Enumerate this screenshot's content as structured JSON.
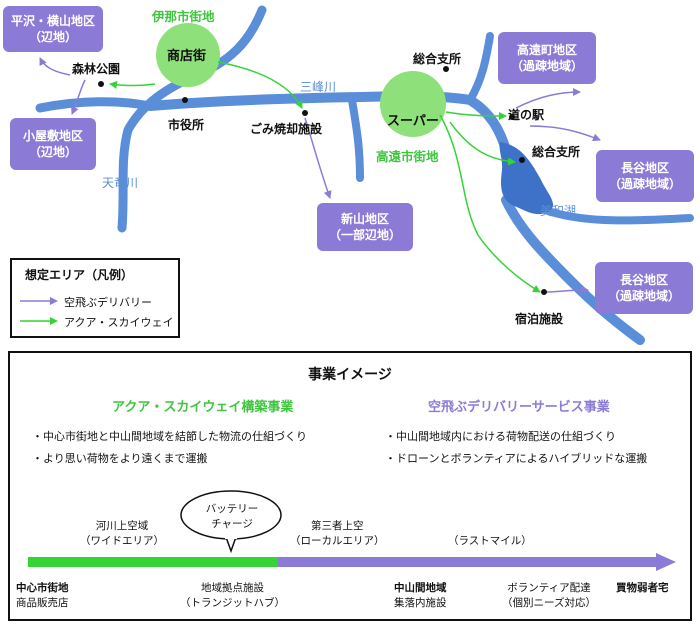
{
  "map": {
    "districts": {
      "hirasawa": [
        "平沢・横山地区",
        "（辺地）"
      ],
      "koyashiki": [
        "小屋敷地区",
        "（辺地）"
      ],
      "takato_machi": [
        "高遠町地区",
        "（過疎地域）"
      ],
      "hase1": [
        "長谷地区",
        "（過疎地域）"
      ],
      "hase2": [
        "長谷地区",
        "（過疎地域）"
      ],
      "niiyama": [
        "新山地区",
        "（一部辺地）"
      ]
    },
    "city_centers": {
      "ina": "伊那市街地",
      "takato": "高遠市街地"
    },
    "hubs": {
      "shopping_street": "商店街",
      "supermarket": "スーパー"
    },
    "facilities": {
      "forest_park": "森林公園",
      "city_hall": "市役所",
      "waste_plant": "ごみ焼却施設",
      "branch_office_1": "総合支所",
      "branch_office_2": "総合支所",
      "roadside_station": "道の駅",
      "lodging": "宿泊施設"
    },
    "waters": {
      "tenryu": "天竜川",
      "minebegawa": "三峰川",
      "miwako": "美和湖"
    },
    "colors": {
      "river": "#5b8ed8",
      "lake": "#3d72c8",
      "district_box": "#8b7bd6",
      "drone_route": "#8b7bd6",
      "skyway_route": "#33d433",
      "city_circle": "#8ee07a"
    }
  },
  "legend": {
    "title": "想定エリア（凡例）",
    "drone": "空飛ぶデリバリー",
    "skyway": "アクア・スカイウェイ"
  },
  "concept": {
    "title": "事業イメージ",
    "skyway_project": {
      "title": "アクア・スカイウェイ構築事業",
      "bullets": [
        "・中心市街地と中山間地域を結節した物流の仕組づくり",
        "・より思い荷物をより遠くまで運搬"
      ]
    },
    "drone_project": {
      "title": "空飛ぶデリバリーサービス事業",
      "bullets": [
        "・中山間地域内における荷物配送の仕組づくり",
        "・ドローンとボランティアによるハイブリッドな運搬"
      ]
    },
    "timeline": {
      "above": {
        "river_airspace": [
          "河川上空域",
          "（ワイドエリア）"
        ],
        "battery": [
          "バッテリー",
          "チャージ"
        ],
        "third_party": [
          "第三者上空",
          "（ローカルエリア）"
        ],
        "last_mile": "（ラストマイル）"
      },
      "below": {
        "city_center": [
          "中心市街地",
          "商品販売店"
        ],
        "base_facility": [
          "地域拠点施設",
          "（トランジットハブ）"
        ],
        "mountain_area": [
          "中山間地域",
          "集落内施設"
        ],
        "volunteer": [
          "ボランティア配達",
          "（個別ニーズ対応）"
        ],
        "shopper": "買物弱者宅"
      }
    }
  }
}
